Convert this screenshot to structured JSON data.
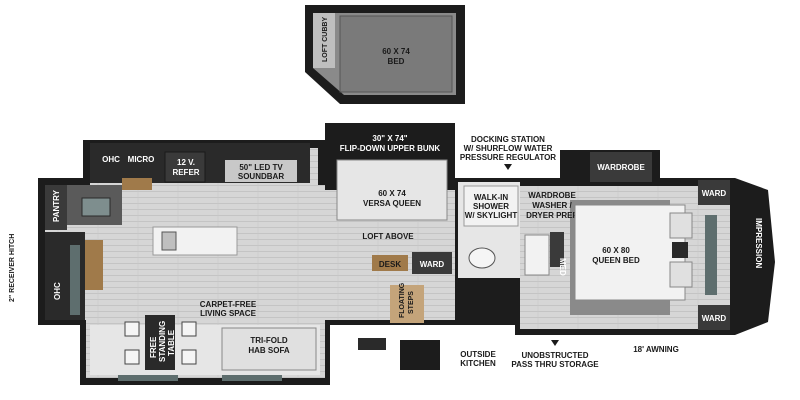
{
  "labels": {
    "loft_cubby": "LOFT CUBBY",
    "loft_bed_1": "60 X 74",
    "loft_bed_2": "BED",
    "flip_down_1": "30\" X 74\"",
    "flip_down_2": "FLIP-DOWN UPPER BUNK",
    "versa_1": "60 X 74",
    "versa_2": "VERSA QUEEN",
    "loft_above": "LOFT ABOVE",
    "desk": "DESK",
    "ward_mid": "WARD",
    "floating_steps_1": "FLOATING",
    "floating_steps_2": "STEPS",
    "docking_1": "DOCKING STATION",
    "docking_2": "W/ SHURFLOW WATER",
    "docking_3": "PRESSURE REGULATOR",
    "walkin_1": "WALK-IN",
    "walkin_2": "SHOWER",
    "walkin_3": "W/ SKYLIGHT",
    "wardrobe_top": "WARDROBE",
    "wardrobe_mid": "WARDROBE",
    "washer_1": "WASHER /",
    "washer_2": "DRYER PREP",
    "med": "MED",
    "queen_1": "60 X 80",
    "queen_2": "QUEEN BED",
    "ward_top_right": "WARD",
    "ward_bottom_right": "WARD",
    "impression_brand": "IMPRESSION",
    "ohc_top": "OHC",
    "micro": "MICRO",
    "refer_1": "12 V.",
    "refer_2": "REFER",
    "tv_1": "50\" LED TV",
    "tv_2": "SOUNDBAR",
    "pantry": "PANTRY",
    "ohc_left": "OHC",
    "receiver": "2\" RECEIVER HITCH",
    "carpet_1": "CARPET-FREE",
    "carpet_2": "LIVING SPACE",
    "table_1": "FREE",
    "table_2": "STANDING",
    "table_3": "TABLE",
    "sofa_1": "TRI-FOLD",
    "sofa_2": "HAB SOFA",
    "outside_1": "OUTSIDE",
    "outside_2": "KITCHEN",
    "storage_1": "UNOBSTRUCTED",
    "storage_2": "PASS THRU STORAGE",
    "awning": "18' AWNING"
  },
  "colors": {
    "wall": "#1c1c1c",
    "floor": "#d9d9d9",
    "carpet": "#8a8a8a",
    "counter": "#f2f2f2",
    "wood": "#a07a4a",
    "window": "#5e6e6e"
  }
}
